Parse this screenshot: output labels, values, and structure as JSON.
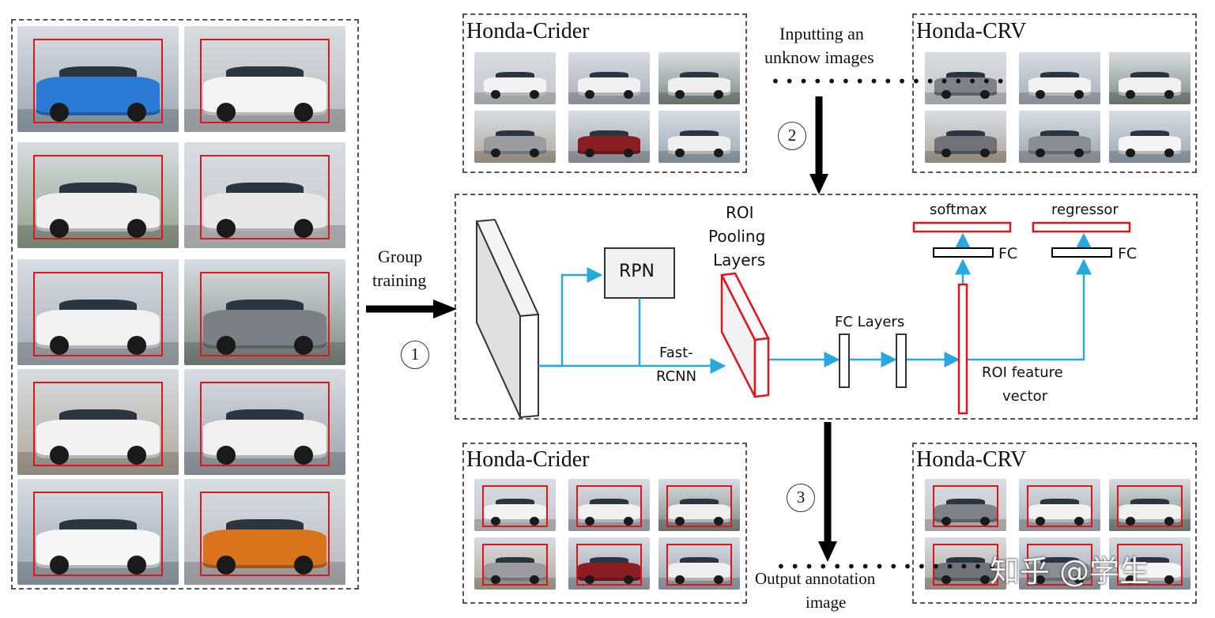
{
  "panels": {
    "top_left_class": "Honda-Crider",
    "top_right_class": "Honda-CRV",
    "bottom_left_class": "Honda-Crider",
    "bottom_right_class": "Honda-CRV"
  },
  "steps": {
    "step1_number": "1",
    "step1_label_line1": "Group",
    "step1_label_line2": "training",
    "step2_number": "2",
    "step2_label_line1": "Inputting an",
    "step2_label_line2": "unknow images",
    "step3_number": "3",
    "step3_label_line1": "Output annotation",
    "step3_label_line2": "image"
  },
  "network": {
    "rpn": "RPN",
    "roi_pool_line1": "ROI",
    "roi_pool_line2": "Pooling",
    "roi_pool_line3": "Layers",
    "fast_rcnn_line1": "Fast-",
    "fast_rcnn_line2": "RCNN",
    "fc_layers": "FC Layers",
    "softmax": "softmax",
    "regressor": "regressor",
    "fc_left": "FC",
    "fc_right": "FC",
    "roi_feature_line1": "ROI feature",
    "roi_feature_line2": "vector"
  },
  "watermark": "知乎 @学生",
  "colors": {
    "accent_red": "#e0141b",
    "arrow_blue": "#29a8dd",
    "dash_gray": "#555555"
  }
}
